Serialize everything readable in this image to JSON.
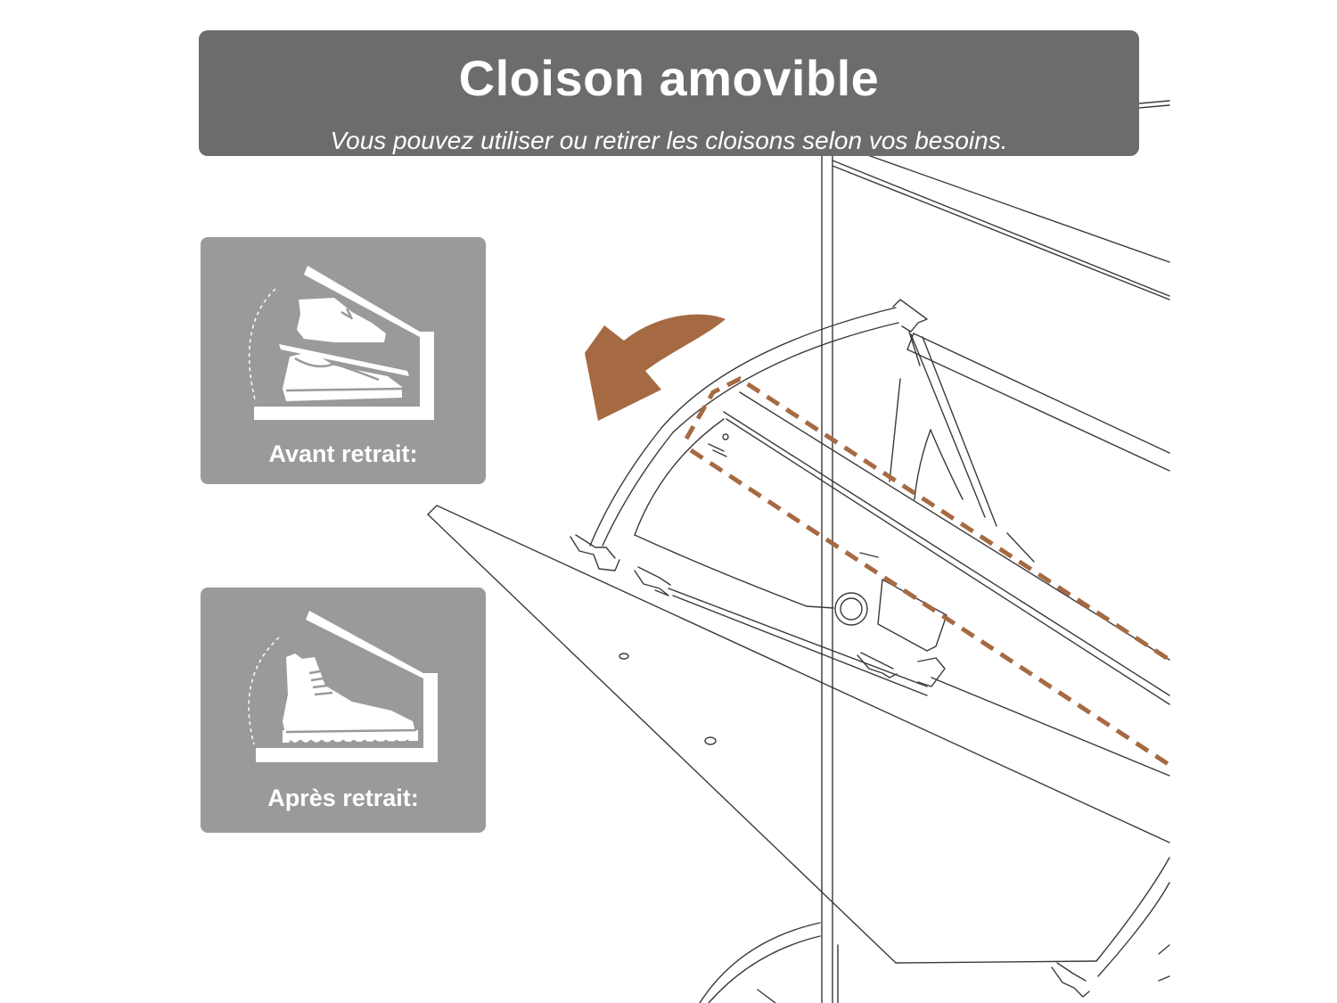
{
  "header": {
    "title": "Cloison amovible",
    "subtitle": "Vous pouvez utiliser ou retirer les cloisons selon vos besoins."
  },
  "panels": [
    {
      "label": "Avant retrait:",
      "icon": "two-shoes-stacked-with-divider"
    },
    {
      "label": "Après retrait:",
      "icon": "single-boot-without-divider"
    }
  ],
  "diagram": {
    "accent_color": "#a66a43",
    "panel_color": "#9a9a9a",
    "banner_color": "#6c6c6c",
    "line_color": "#3a3a3a"
  }
}
